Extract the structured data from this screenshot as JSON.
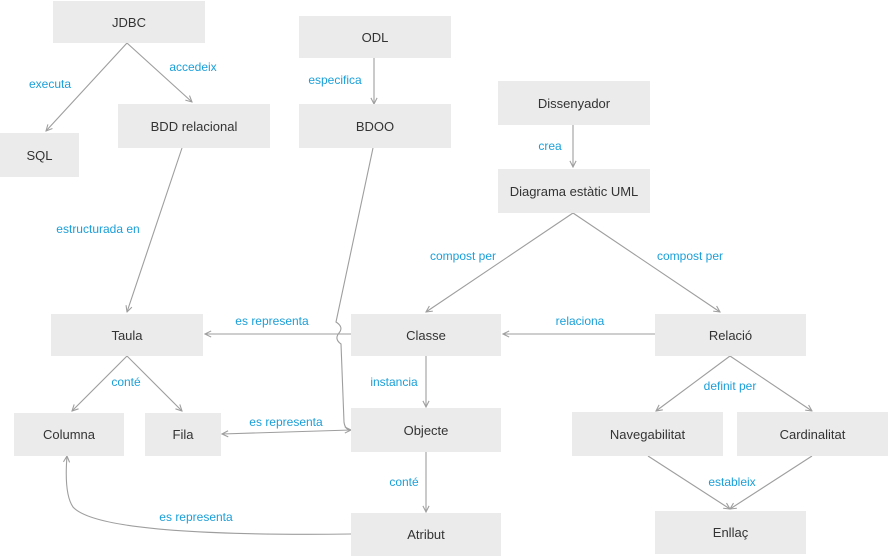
{
  "colors": {
    "node_fill": "#ebebeb",
    "node_text": "#333333",
    "edge": "#9e9e9e",
    "edge_label": "#1a9fd9"
  },
  "nodes": {
    "jdbc": "JDBC",
    "sql": "SQL",
    "bdd_relacional": "BDD relacional",
    "odl": "ODL",
    "bdoo": "BDOO",
    "dissenyador": "Dissenyador",
    "diagrama": "Diagrama estàtic UML",
    "taula": "Taula",
    "classe": "Classe",
    "relacio": "Relació",
    "columna": "Columna",
    "fila": "Fila",
    "objecte": "Objecte",
    "navegabilitat": "Navegabilitat",
    "cardinalitat": "Cardinalitat",
    "atribut": "Atribut",
    "enllac": "Enllaç"
  },
  "edges": {
    "executa": "executa",
    "accedeix": "accedeix",
    "especifica": "especifica",
    "crea": "crea",
    "estructurada_en": "estructurada en",
    "compost_per_1": "compost per",
    "compost_per_2": "compost per",
    "es_representa_1": "es representa",
    "relaciona": "relaciona",
    "conte_1": "conté",
    "instancia": "instancia",
    "definit_per": "definit per",
    "es_representa_2": "es representa",
    "conte_2": "conté",
    "estableix": "estableix",
    "es_representa_3": "es representa"
  }
}
